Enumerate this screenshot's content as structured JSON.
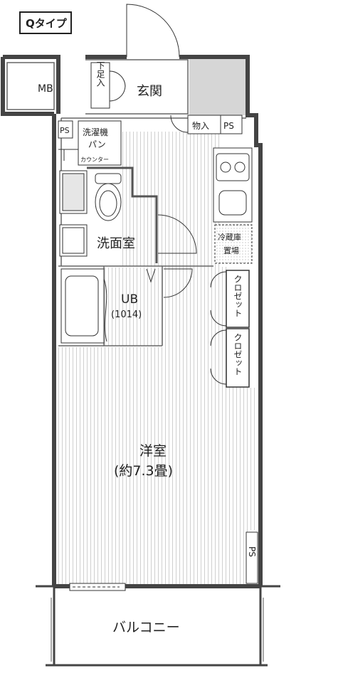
{
  "plan": {
    "type_label": "Qタイプ",
    "rooms": {
      "mb": "MB",
      "shoe_box": "下足入",
      "entrance": "玄関",
      "ps_left": "PS",
      "laundry_line1": "洗濯機",
      "laundry_line2": "パン",
      "counter": "カウンター",
      "storage": "物入",
      "ps_top": "PS",
      "fridge_line1": "冷蔵庫",
      "fridge_line2": "置場",
      "washroom": "洗面室",
      "ub": "UB",
      "ub_size": "(1014)",
      "closet1": "クロゼット",
      "closet2": "クロゼット",
      "western_room": "洋室",
      "western_size": "(約7.3畳)",
      "ps_bottom": "PS",
      "balcony": "バルコニー"
    }
  }
}
